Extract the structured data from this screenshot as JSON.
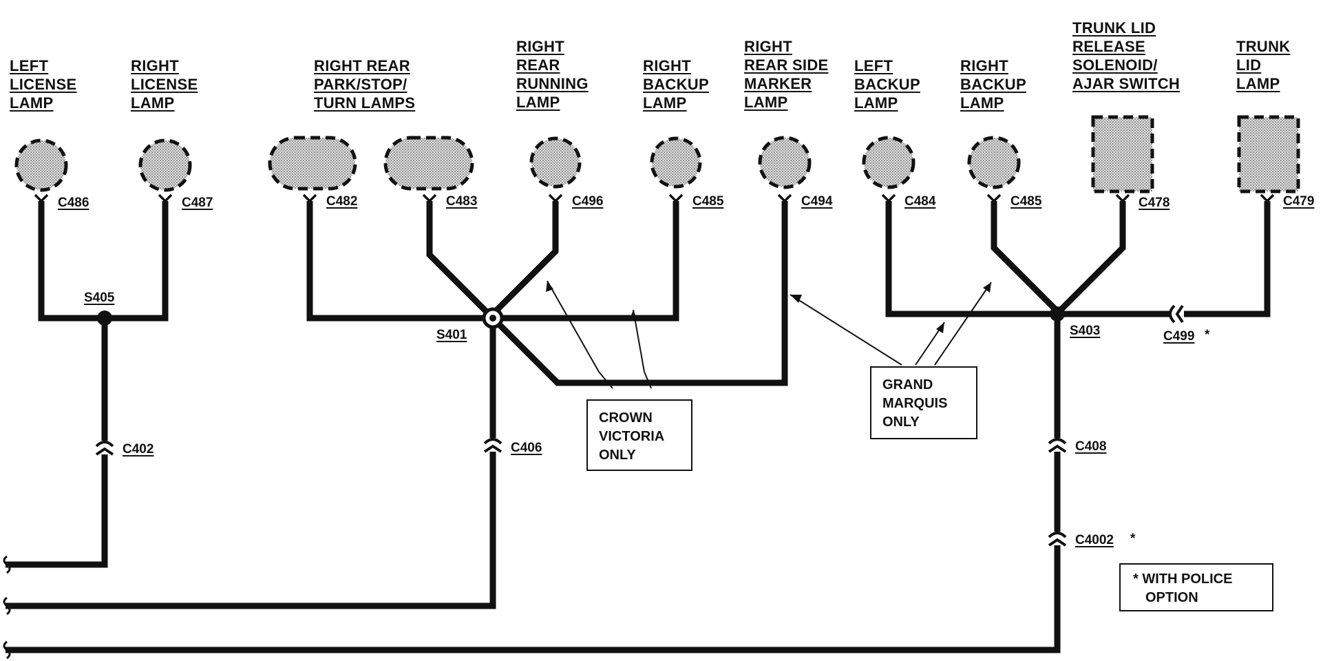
{
  "components": {
    "left_license_lamp": [
      "LEFT",
      "LICENSE",
      "LAMP"
    ],
    "right_license_lamp": [
      "RIGHT",
      "LICENSE",
      "LAMP"
    ],
    "right_rear_park_stop_turn": [
      "RIGHT REAR",
      "PARK/STOP/",
      "TURN LAMPS"
    ],
    "right_rear_running_lamp": [
      "RIGHT",
      "REAR",
      "RUNNING",
      "LAMP"
    ],
    "right_backup_lamp_cv": [
      "RIGHT",
      "BACKUP",
      "LAMP"
    ],
    "right_rear_side_marker": [
      "RIGHT",
      "REAR SIDE",
      "MARKER",
      "LAMP"
    ],
    "left_backup_lamp": [
      "LEFT",
      "BACKUP",
      "LAMP"
    ],
    "right_backup_lamp_gm": [
      "RIGHT",
      "BACKUP",
      "LAMP"
    ],
    "trunk_lid_release": [
      "TRUNK LID",
      "RELEASE",
      "SOLENOID/",
      "AJAR SWITCH"
    ],
    "trunk_lid_lamp": [
      "TRUNK",
      "LID",
      "LAMP"
    ]
  },
  "connectors": {
    "c486": "C486",
    "c487": "C487",
    "c482": "C482",
    "c483": "C483",
    "c496": "C496",
    "c485a": "C485",
    "c494": "C494",
    "c484": "C484",
    "c485b": "C485",
    "c478": "C478",
    "c479": "C479",
    "c402": "C402",
    "c406": "C406",
    "c408": "C408",
    "c4002": "C4002",
    "c499": "C499"
  },
  "splices": {
    "s405": "S405",
    "s401": "S401",
    "s403": "S403"
  },
  "marks": {
    "police_asterisk": "*"
  },
  "notes": {
    "crown_victoria": [
      "CROWN",
      "VICTORIA",
      "ONLY"
    ],
    "grand_marquis": [
      "GRAND",
      "MARQUIS",
      "ONLY"
    ],
    "police_option": [
      "* WITH POLICE",
      "OPTION"
    ]
  },
  "colors": {
    "wire": "#111111",
    "lamp_fill": "#c8c8c8"
  }
}
